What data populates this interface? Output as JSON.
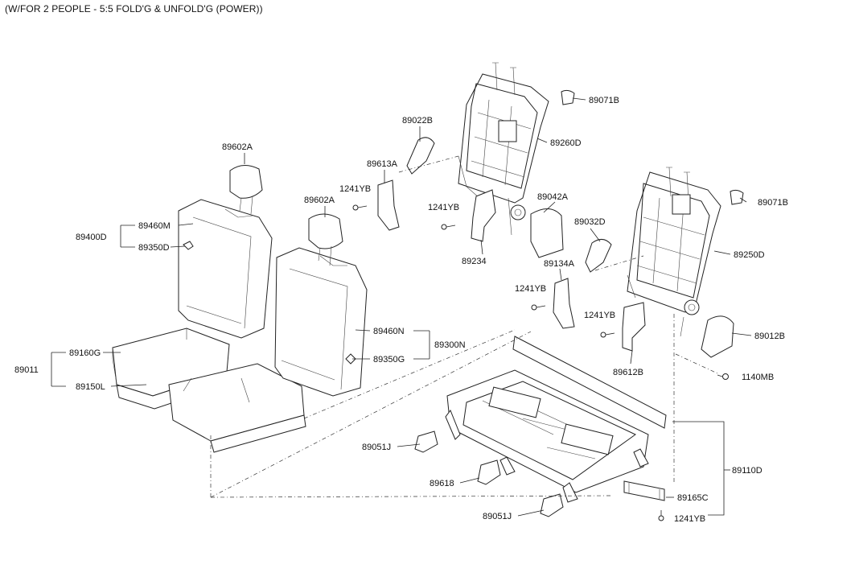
{
  "title": "(W/FOR 2 PEOPLE - 5:5 FOLD'G & UNFOLD'G (POWER))",
  "labels": {
    "p89602A_a": "89602A",
    "p89602A_b": "89602A",
    "p89460M": "89460M",
    "p89400D": "89400D",
    "p89350D": "89350D",
    "p89022B": "89022B",
    "p89613A": "89613A",
    "p1241YB_a": "1241YB",
    "p1241YB_b": "1241YB",
    "p1241YB_c": "1241YB",
    "p1241YB_d": "1241YB",
    "p1241YB_e": "1241YB",
    "p89234": "89234",
    "p89042A": "89042A",
    "p89071B_a": "89071B",
    "p89071B_b": "89071B",
    "p89260D": "89260D",
    "p89032D": "89032D",
    "p89134A": "89134A",
    "p89250D": "89250D",
    "p89012B": "89012B",
    "p89612B": "89612B",
    "p1140MB": "1140MB",
    "p89460N": "89460N",
    "p89300N": "89300N",
    "p89350G": "89350G",
    "p89011": "89011",
    "p89160G": "89160G",
    "p89150L": "89150L",
    "p89051J_a": "89051J",
    "p89051J_b": "89051J",
    "p89618": "89618",
    "p89110D": "89110D",
    "p89165C": "89165C"
  }
}
